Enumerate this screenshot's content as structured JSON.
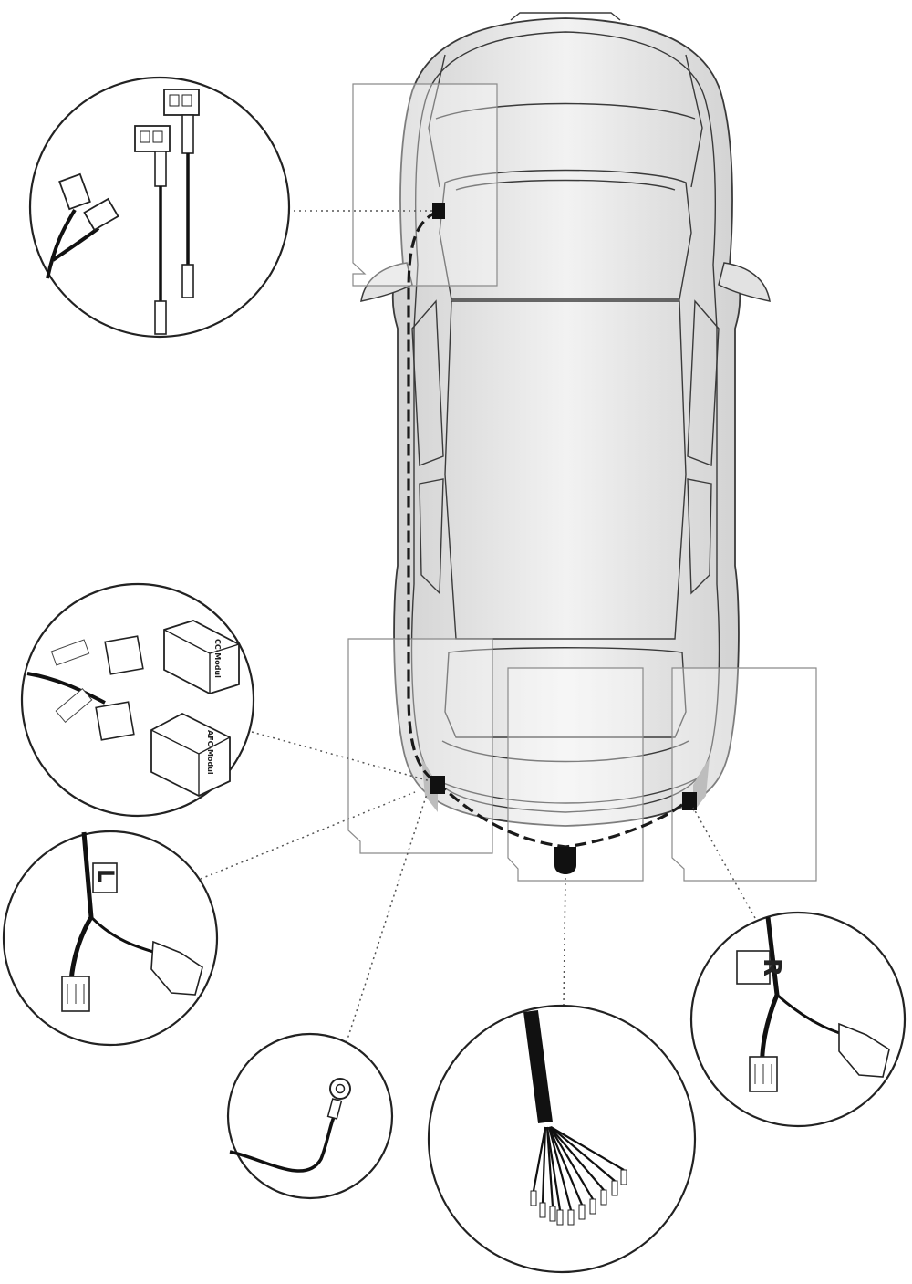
{
  "labels": {
    "left_side": "L",
    "right_side": "R",
    "cc_module": "CC-Modul",
    "afc_module": "AFC-Modul"
  },
  "colors": {
    "car_body": "#e6e6e6",
    "car_outline": "#3a3a3a",
    "harness": "#1a1a1a",
    "frames": "#8a8a8a"
  }
}
